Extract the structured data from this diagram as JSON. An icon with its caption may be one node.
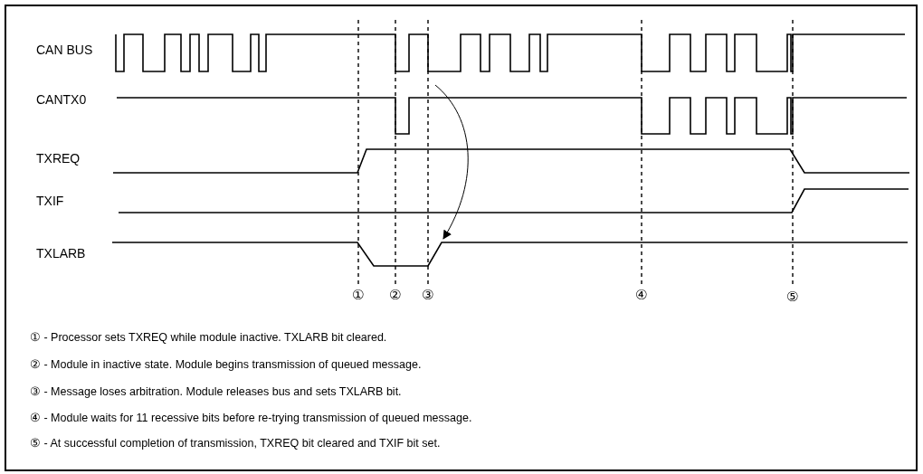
{
  "diagram": {
    "labels": [
      "CAN BUS",
      "CANTX0",
      "TXREQ",
      "TXIF",
      "TXLARB",
      "①",
      "②",
      "③",
      "④",
      "⑤",
      "① - Processor sets TXREQ while module inactive. TXLARB bit cleared.",
      "② - Module in inactive state. Module begins transmission of queued message.",
      "③ - Message loses arbitration. Module releases bus and sets TXLARB bit.",
      "④ - Module waits for 11 recessive bits before re-trying transmission of queued message.",
      "⑤ - At successful completion of transmission, TXREQ bit cleared and TXIF bit set."
    ]
  }
}
